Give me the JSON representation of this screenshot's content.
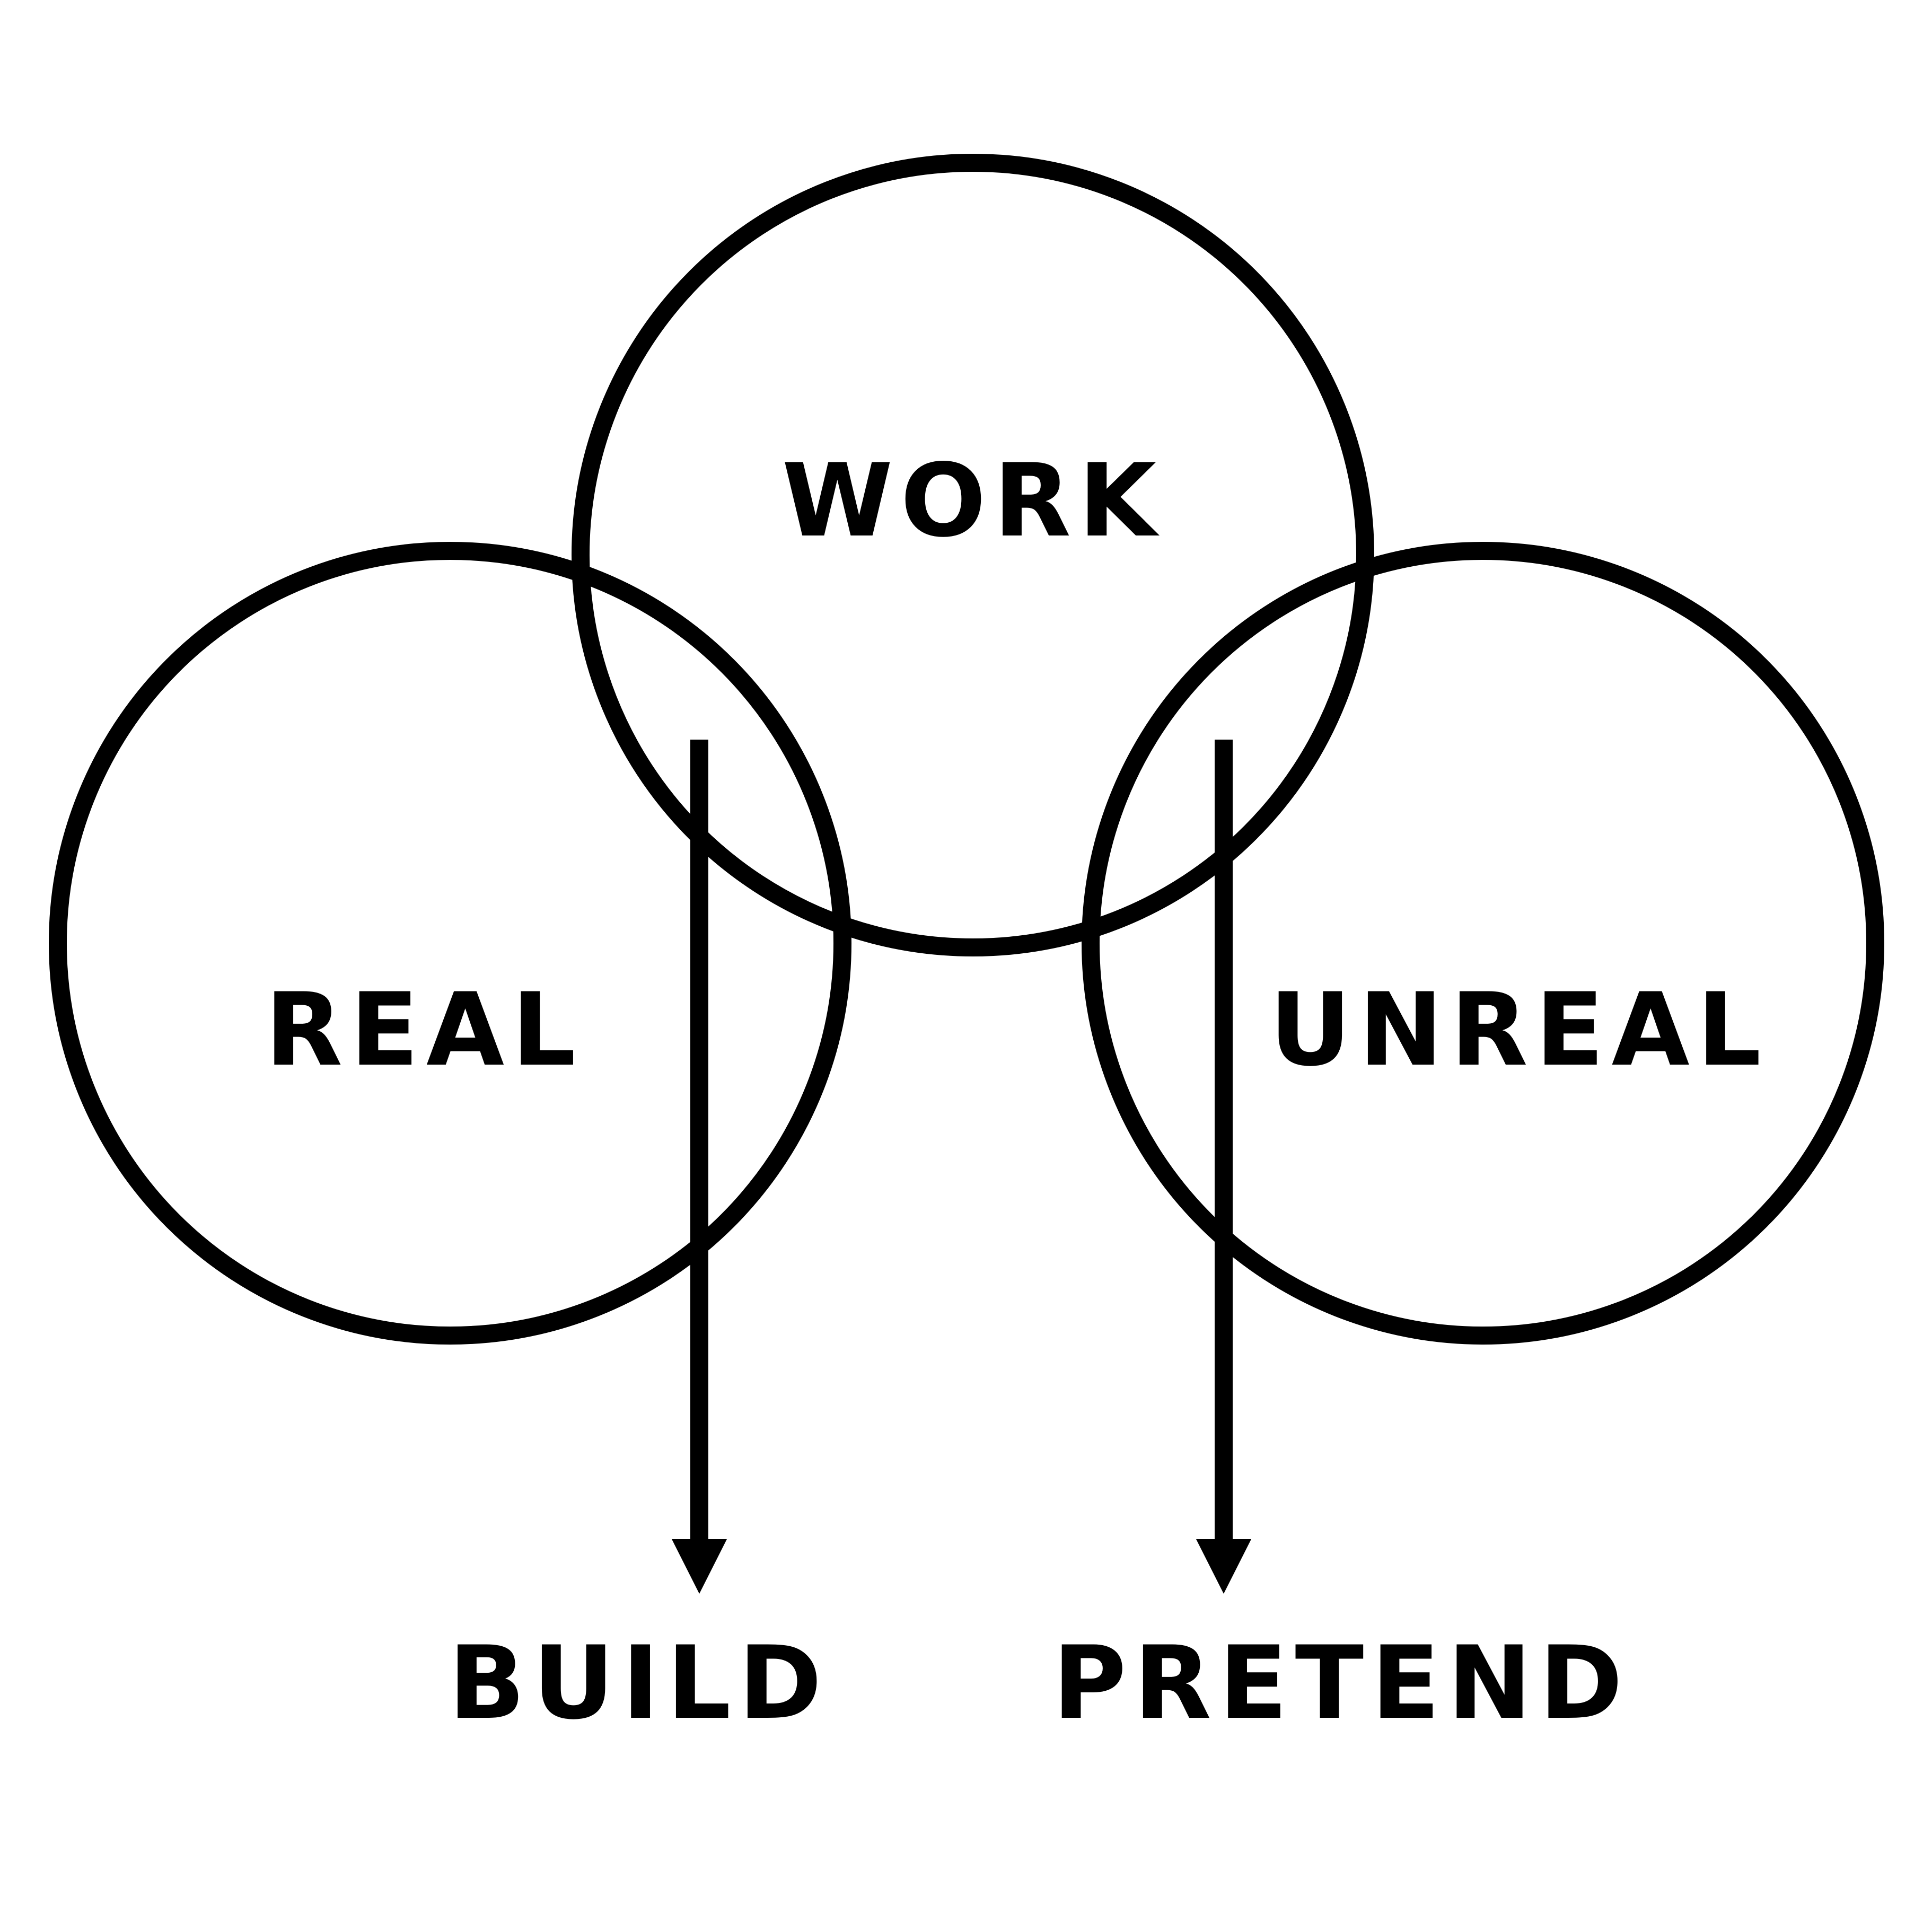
{
  "diagram": {
    "colors": {
      "stroke": "#000000",
      "background": "#ffffff"
    },
    "circles": [
      {
        "id": "work",
        "label": "WORK"
      },
      {
        "id": "real",
        "label": "REAL"
      },
      {
        "id": "unreal",
        "label": "UNREAL"
      }
    ],
    "arrows": [
      {
        "id": "build",
        "label": "BUILD"
      },
      {
        "id": "pretend",
        "label": "PRETEND"
      }
    ]
  }
}
